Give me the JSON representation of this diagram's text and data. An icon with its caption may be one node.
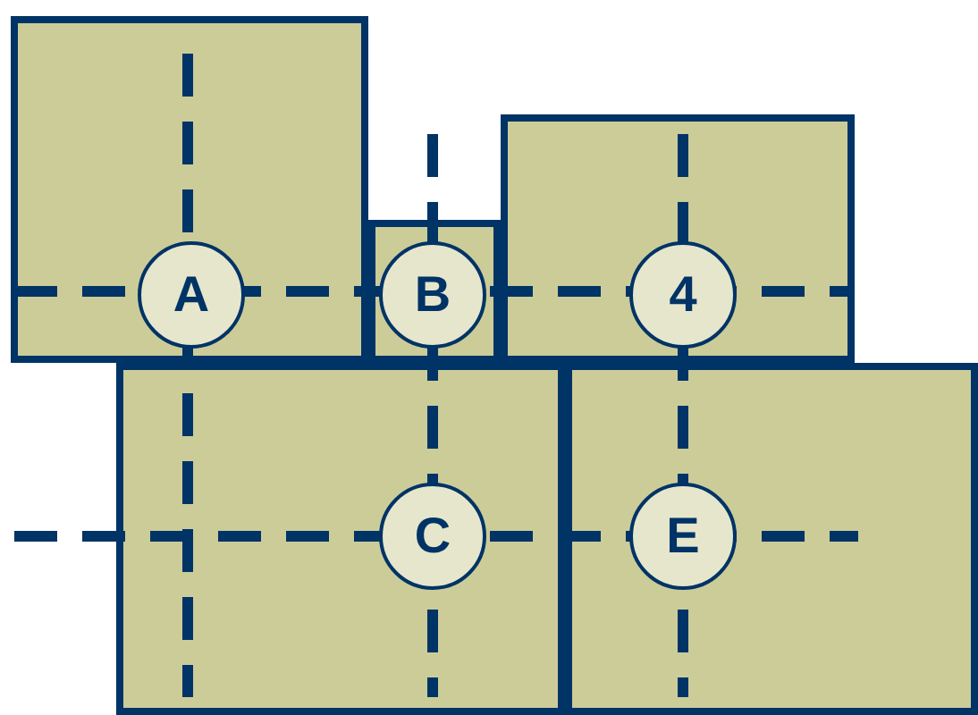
{
  "diagram": {
    "nodes": [
      {
        "text": [],
        "shape": "box"
      },
      {
        "text": [
          "A"
        ],
        "in": 0
      },
      {
        "text": [],
        "shape": "box"
      },
      {
        "text": [
          "B"
        ],
        "in": 2
      },
      {
        "text": [],
        "shape": "box"
      },
      {
        "text": [
          "4"
        ],
        "in": 4
      },
      {
        "text": [],
        "shape": "box"
      },
      {
        "text": [
          "C"
        ],
        "in": 6
      },
      {
        "text": [],
        "shape": "box"
      },
      {
        "text": [
          "E"
        ],
        "in": 8
      }
    ]
  }
}
